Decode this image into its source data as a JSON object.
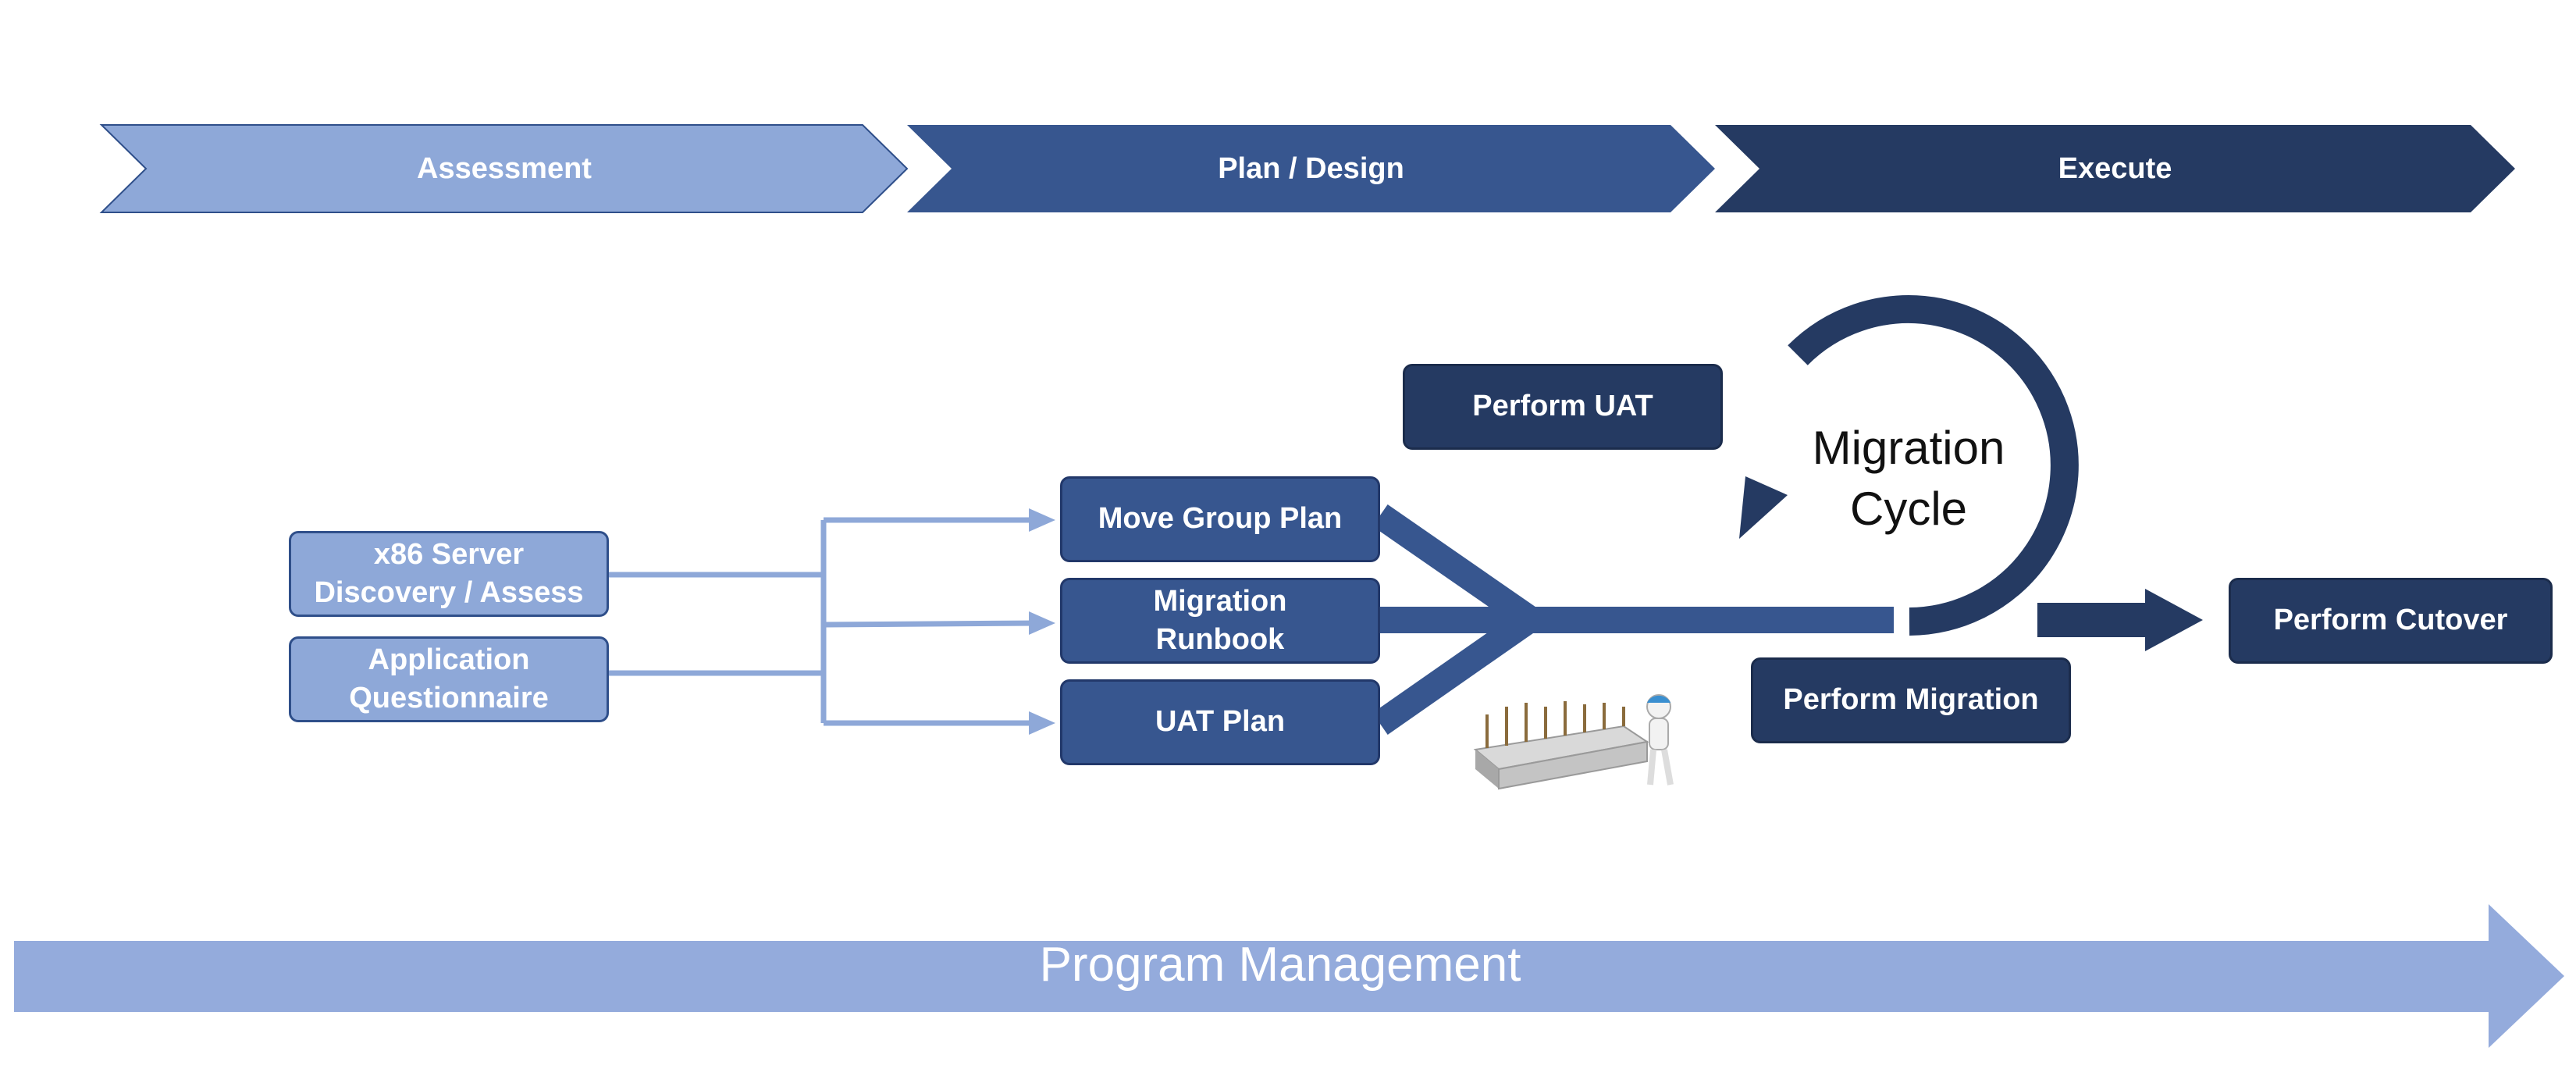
{
  "colors": {
    "light_blue": "#8ea8d8",
    "mid_blue": "#37568f",
    "dark_navy": "#253a62",
    "background": "#ffffff"
  },
  "stages": [
    {
      "label": "Assessment"
    },
    {
      "label": "Plan / Design"
    },
    {
      "label": "Execute"
    }
  ],
  "inputs": {
    "x86": "x86 Server Discovery / Assess",
    "questionnaire": "Application Questionnaire"
  },
  "plans": {
    "move_group": "Move Group Plan",
    "runbook": "Migration Runbook",
    "uat_plan": "UAT Plan"
  },
  "execute": {
    "perform_uat": "Perform UAT",
    "cycle": "Migration Cycle",
    "perform_migration": "Perform Migration",
    "perform_cutover": "Perform Cutover"
  },
  "footer": {
    "program_management": "Program Management"
  },
  "icons": {
    "construction": "construction-worker-foundation-icon"
  }
}
